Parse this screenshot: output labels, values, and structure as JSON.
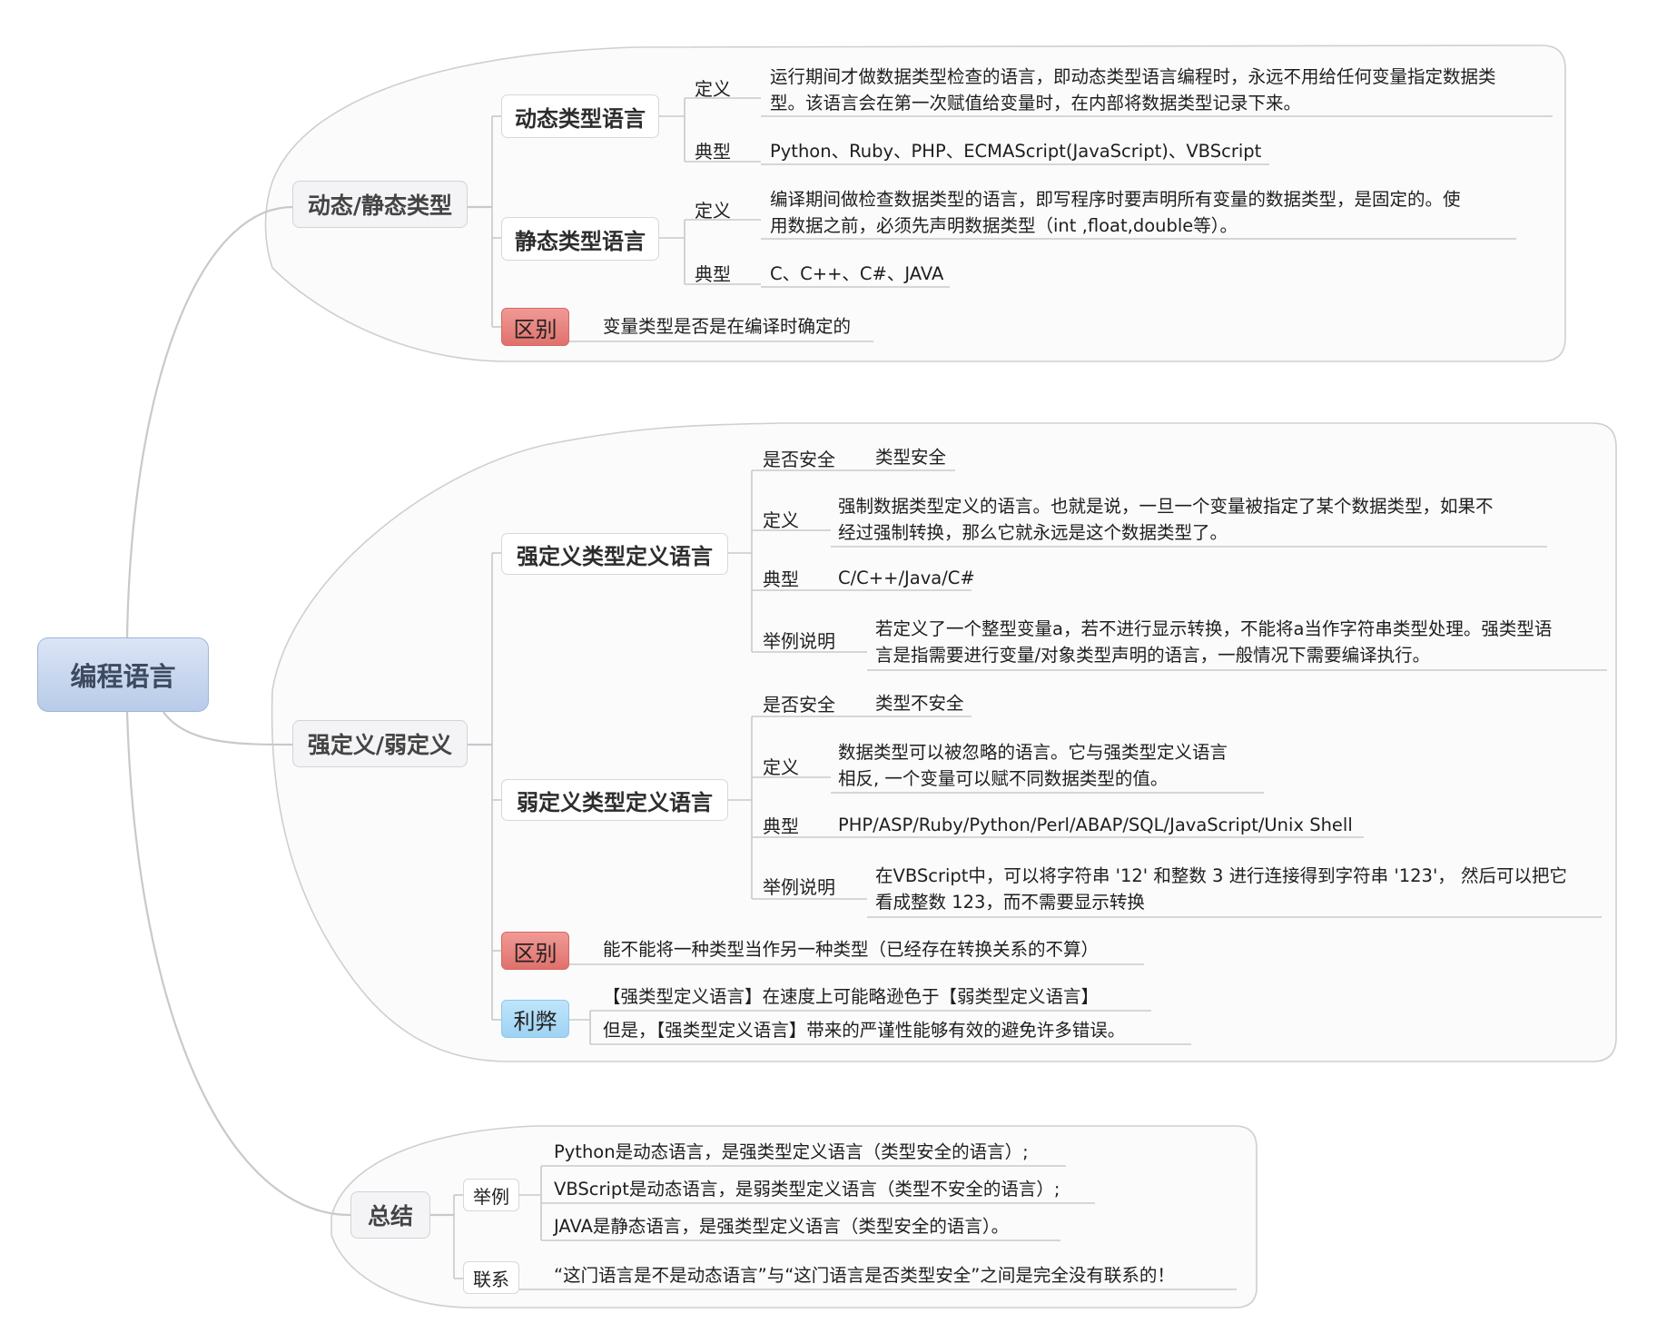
{
  "root": "编程语言",
  "dynamic_static": {
    "title": "动态/静态类型",
    "dynamic": {
      "title": "动态类型语言",
      "def_label": "定义",
      "def_text": "运行期间才做数据类型检查的语言，即动态类型语言编程时，永远不用给任何变量指定数据类\n型。该语言会在第一次赋值给变量时，在内部将数据类型记录下来。",
      "typ_label": "典型",
      "typ_text": "Python、Ruby、PHP、ECMAScript(JavaScript)、VBScript"
    },
    "static": {
      "title": "静态类型语言",
      "def_label": "定义",
      "def_text": "编译期间做检查数据类型的语言，即写程序时要声明所有变量的数据类型，是固定的。使\n用数据之前，必须先声明数据类型（int ,float,double等）。",
      "typ_label": "典型",
      "typ_text": "C、C++、C#、JAVA"
    },
    "diff_tag": "区别",
    "diff_text": "变量类型是否是在编译时确定的"
  },
  "strong_weak": {
    "title": "强定义/弱定义",
    "strong": {
      "title": "强定义类型定义语言",
      "safe_label": "是否安全",
      "safe_text": "类型安全",
      "def_label": "定义",
      "def_text": "强制数据类型定义的语言。也就是说，一旦一个变量被指定了某个数据类型，如果不\n经过强制转换，那么它就永远是这个数据类型了。",
      "typ_label": "典型",
      "typ_text": "C/C++/Java/C#",
      "ex_label": "举例说明",
      "ex_text": "若定义了一个整型变量a，若不进行显示转换，不能将a当作字符串类型处理。强类型语\n言是指需要进行变量/对象类型声明的语言，一般情况下需要编译执行。"
    },
    "weak": {
      "title": "弱定义类型定义语言",
      "safe_label": "是否安全",
      "safe_text": "类型不安全",
      "def_label": "定义",
      "def_text": "数据类型可以被忽略的语言。它与强类型定义语言\n相反, 一个变量可以赋不同数据类型的值。",
      "typ_label": "典型",
      "typ_text": "PHP/ASP/Ruby/Python/Perl/ABAP/SQL/JavaScript/Unix Shell",
      "ex_label": "举例说明",
      "ex_text": "在VBScript中，可以将字符串 '12' 和整数 3 进行连接得到字符串 '123'， 然后可以把它\n看成整数 123，而不需要显示转换"
    },
    "diff_tag": "区别",
    "diff_text": "能不能将一种类型当作另一种类型（已经存在转换关系的不算）",
    "pros_tag": "利弊",
    "pros_text_1": "【强类型定义语言】在速度上可能略逊色于【弱类型定义语言】",
    "pros_text_2": "但是，【强类型定义语言】带来的严谨性能够有效的避免许多错误。"
  },
  "summary": {
    "title": "总结",
    "ex_label": "举例",
    "ex_1": "Python是动态语言，是强类型定义语言（类型安全的语言）;",
    "ex_2": "VBScript是动态语言，是弱类型定义语言（类型不安全的语言）;",
    "ex_3": "JAVA是静态语言，是强类型定义语言（类型安全的语言）。",
    "link_label": "联系",
    "link_text": "“这门语言是不是动态语言”与“这门语言是否类型安全”之间是完全没有联系的！"
  },
  "colors": {
    "diff_tag": "#e0716c",
    "pros_tag": "#9ed3f3",
    "root": "#b8cbe9"
  }
}
